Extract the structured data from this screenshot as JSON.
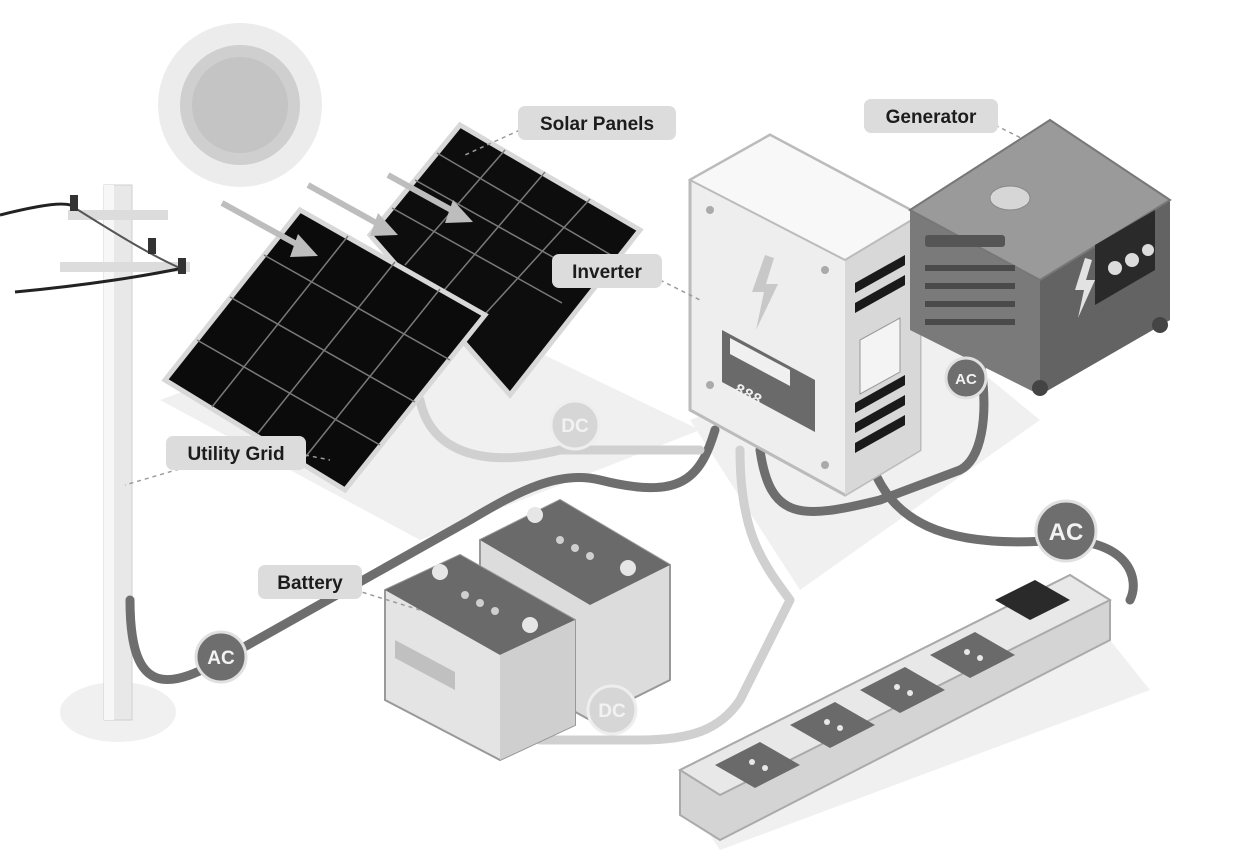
{
  "labels": {
    "solar_panels": "Solar Panels",
    "generator": "Generator",
    "inverter": "Inverter",
    "utility_grid": "Utility Grid",
    "battery": "Battery"
  },
  "badges": {
    "dc_panels": "DC",
    "ac_generator": "AC",
    "ac_outlets": "AC",
    "ac_grid": "AC",
    "dc_battery": "DC"
  },
  "inverter_display": "888",
  "colors": {
    "background": "#ffffff",
    "panel": "#111111",
    "cable_dark": "#6e6e6e",
    "cable_light": "#d0d0d0",
    "label_bg": "#dcdcdc",
    "badge_dark": "#6e6e6e",
    "badge_light": "#d6d6d6"
  },
  "icons": [
    "sun-icon",
    "lightning-icon",
    "outlet-icon",
    "utility-pole-icon"
  ]
}
